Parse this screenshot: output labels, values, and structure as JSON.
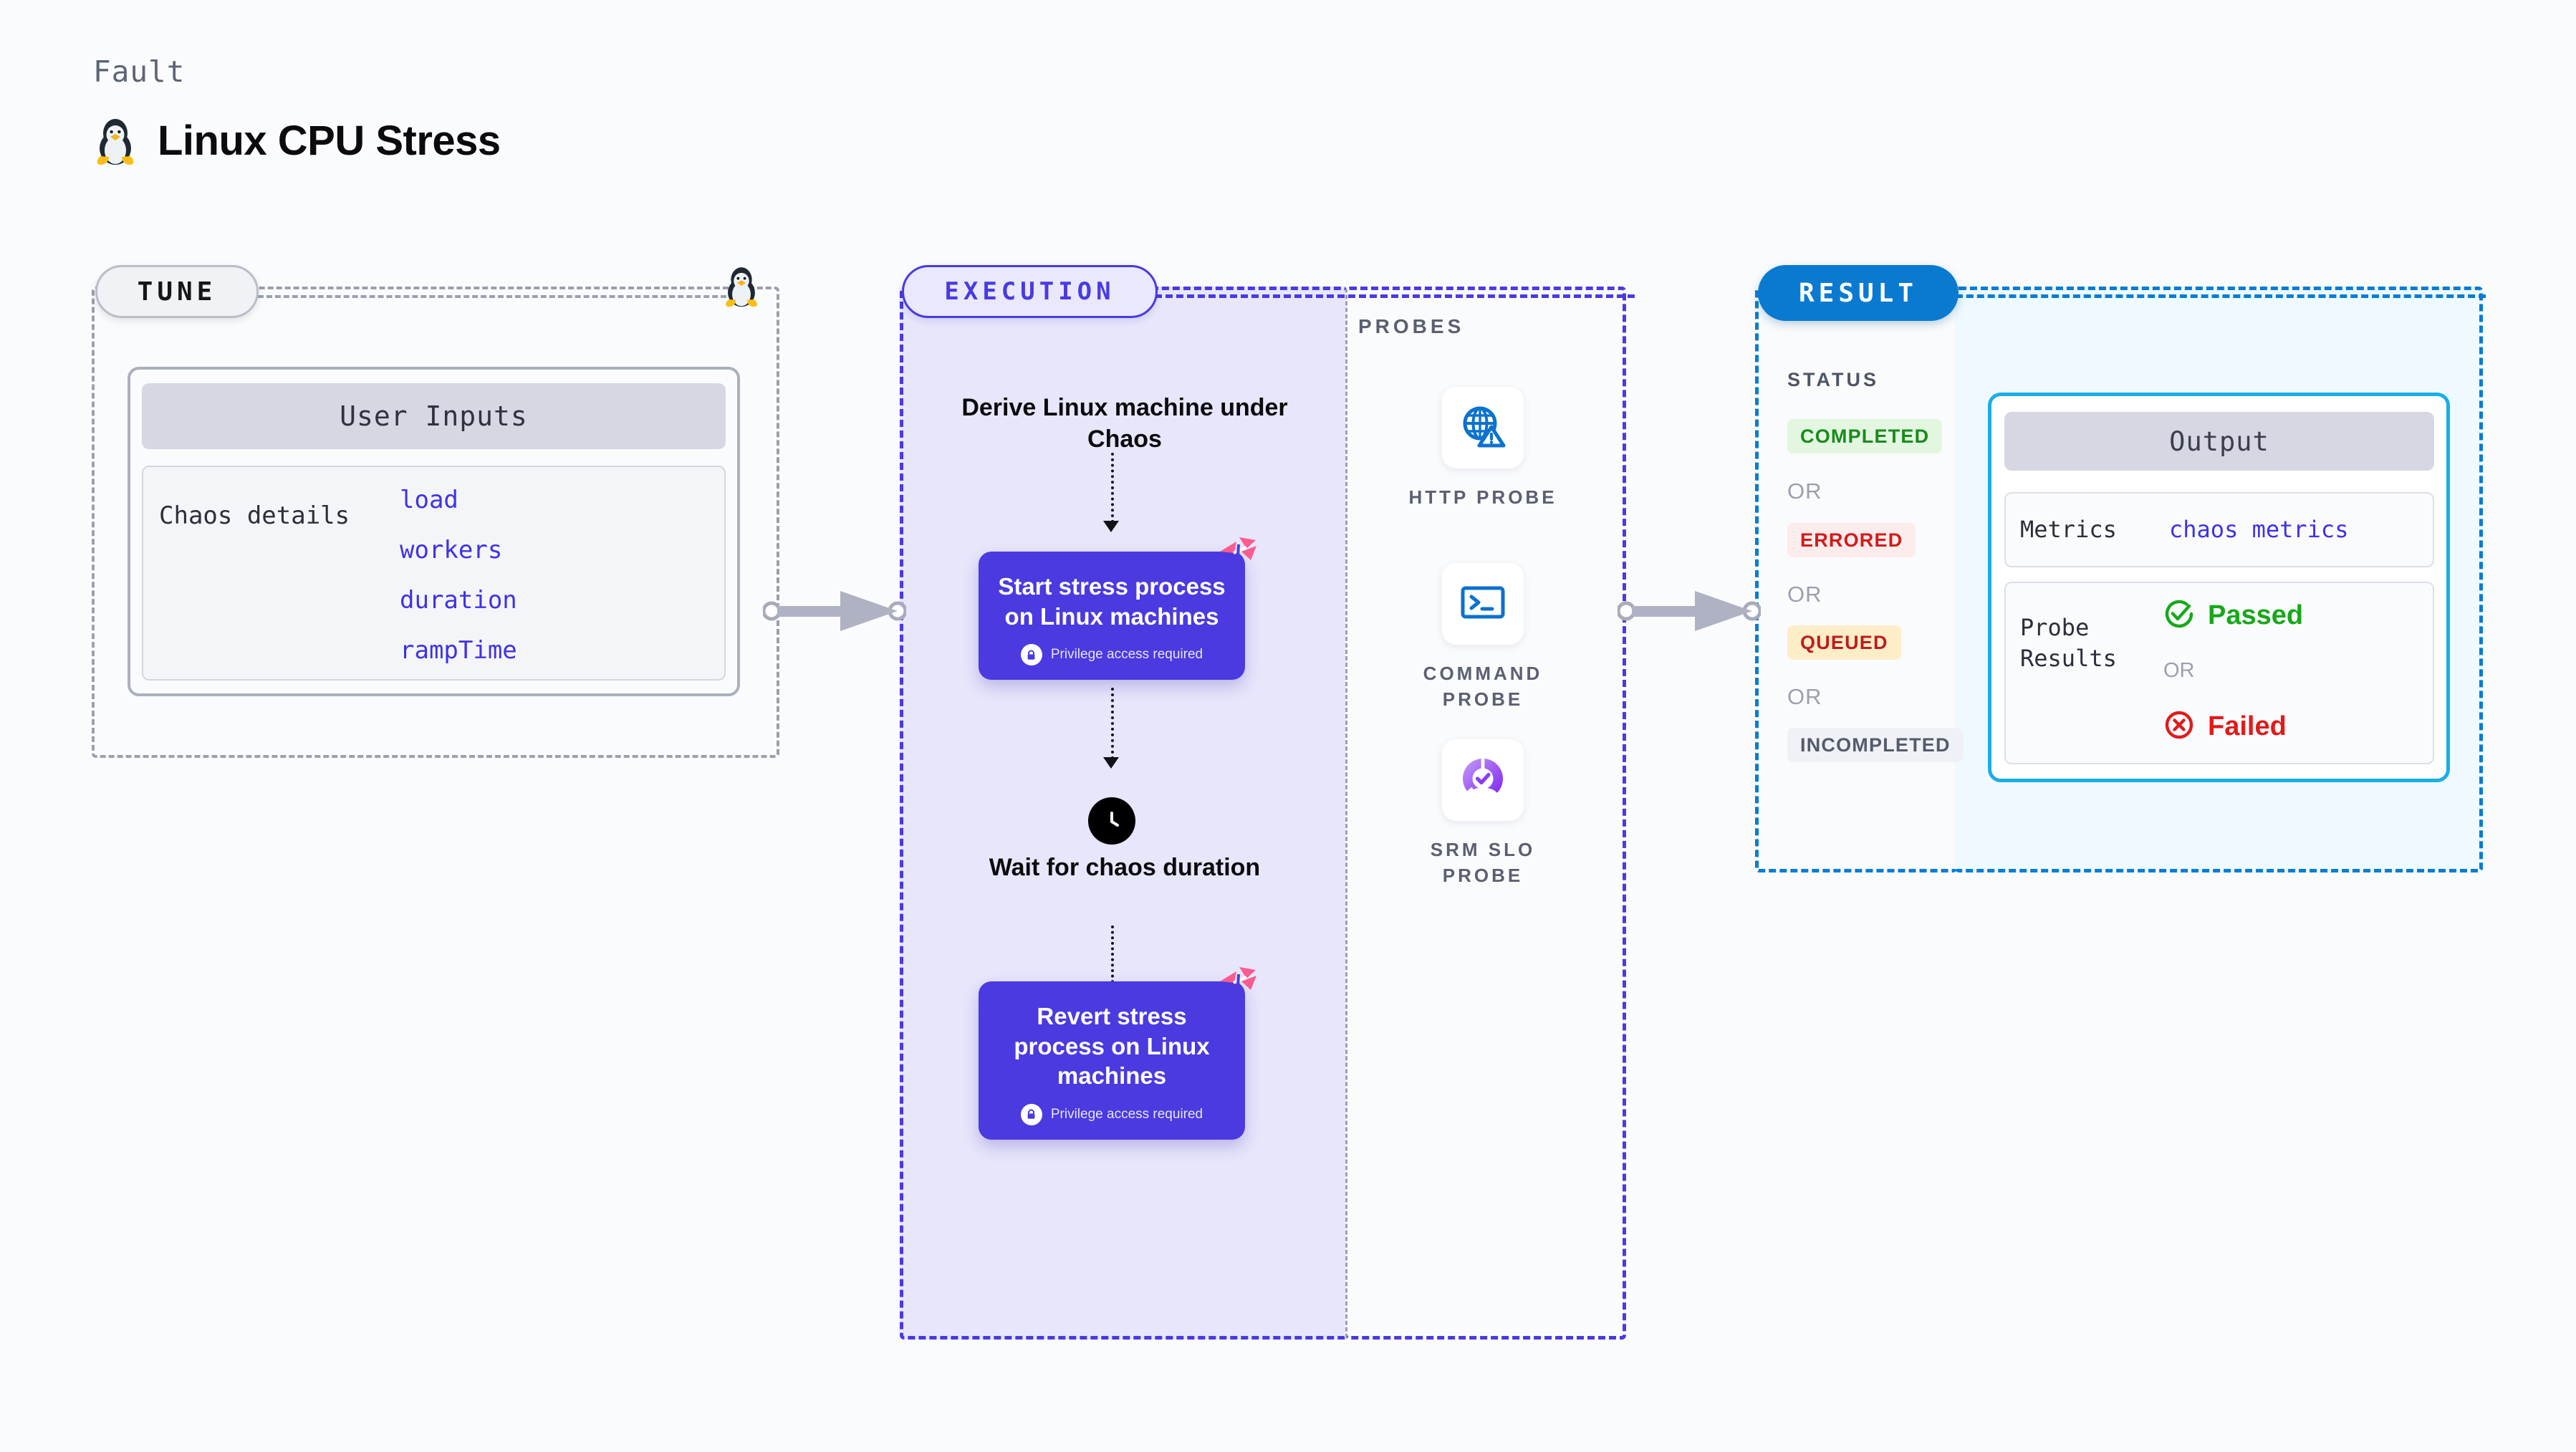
{
  "header": {
    "kicker": "Fault",
    "title": "Linux CPU Stress",
    "icon": "linux-penguin-icon"
  },
  "tune": {
    "pill_label": "TUNE",
    "card_header": "User Inputs",
    "details_label": "Chaos details",
    "params": [
      "load",
      "workers",
      "duration",
      "rampTime"
    ],
    "accent_color": "#3f32e3",
    "border_color": "#9aa0ae"
  },
  "execution": {
    "pill_label": "EXECUTION",
    "accent_color": "#4a3ae0",
    "background": "#e7e6fb",
    "steps": [
      {
        "type": "label",
        "text": "Derive Linux machine under Chaos"
      },
      {
        "type": "action",
        "text": "Start stress process on Linux machines",
        "note": "Privilege access required",
        "badge": "harness-logo-icon"
      },
      {
        "type": "wait",
        "icon": "clock-icon",
        "text": "Wait for chaos duration"
      },
      {
        "type": "action",
        "text": "Revert stress process on Linux machines",
        "note": "Privilege access required",
        "badge": "harness-logo-icon"
      }
    ]
  },
  "probes": {
    "title": "PROBES",
    "items": [
      {
        "label": "HTTP PROBE",
        "icon": "globe-warning-icon",
        "color": "#0b72ce"
      },
      {
        "label": "COMMAND PROBE",
        "icon": "terminal-icon",
        "color": "#0b72ce"
      },
      {
        "label": "SRM SLO PROBE",
        "icon": "slo-donut-check-icon",
        "color": "#8a3df0"
      }
    ]
  },
  "result": {
    "pill_label": "RESULT",
    "status_title": "STATUS",
    "accent_color": "#067cd4",
    "or_label": "OR",
    "statuses": [
      {
        "label": "COMPLETED",
        "bg": "#e2f6e0",
        "fg": "#1a8a1c"
      },
      {
        "label": "ERRORED",
        "bg": "#fdecec",
        "fg": "#d21b1b"
      },
      {
        "label": "QUEUED",
        "bg": "#fdeec8",
        "fg": "#c01c1c"
      },
      {
        "label": "INCOMPLETED",
        "bg": "#f0f1f6",
        "fg": "#545b6b"
      }
    ]
  },
  "output": {
    "header": "Output",
    "background": "#eefaff",
    "border_color": "#1aaee6",
    "metrics_label": "Metrics",
    "metrics_value": "chaos metrics",
    "probe_results_label": "Probe\nResults",
    "probe_results_label_line1": "Probe",
    "probe_results_label_line2": "Results",
    "or_label": "OR",
    "passed_label": "Passed",
    "passed_color": "#17a81a",
    "failed_label": "Failed",
    "failed_color": "#e01b1b"
  }
}
